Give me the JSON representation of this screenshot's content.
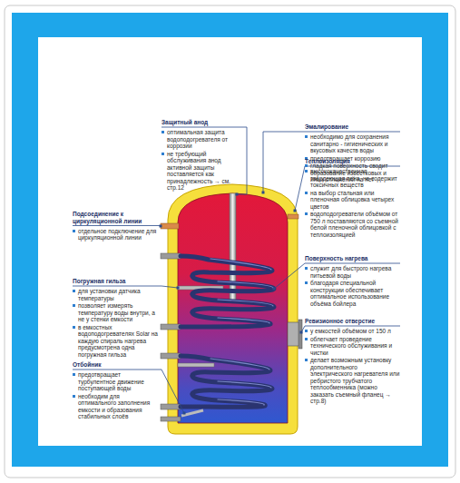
{
  "diagram": {
    "labels": [
      "Защитный анод",
      "оптимальная защита водоподогревателя от коррозии",
      "не требующий обслуживания анод активной защиты поставляется как принадлежность → см. стр.12",
      "Подсоединение к циркуляционной линии",
      "отдельное подключение для циркуляционной линии",
      "Погружная гильза",
      "для установки датчика температуры",
      "позволяет измерять температуру воды внутри, а не у стенки емкости",
      "в емкостных водоподогревателях Solar на каждую спираль нагрева предусмотрена одна погружная гильза",
      "Отбойник",
      "предотвращает турбулентное движение поступающей воды",
      "необходим для оптимального заполнения емкости и образования стабильных слоёв",
      "Эмалирование",
      "необходимо для сохранения санитарно - гигиенических и вкусовых качеств воды",
      "предотвращает коррозию",
      "гладкая поверхность сводит образование известковых и иных отложений на нет",
      "Теплоизоляция",
      "высококачественная твердеющая пена, не содержит токсичных веществ",
      "на выбор стальная или пленочная облицовка четырех цветов",
      "водоподогреватели объёмом от 750 л поставляются со съемной белой пленочной облицовкой с теплоизоляцией",
      "Поверхность нагрева",
      "служит для быстрого нагрева питьевой воды",
      "благодаря специальной конструкции обеспечивает оптимальное использование объёма бойлера",
      "Ревизионное отверстие",
      "у емкостей объёмом от 150 л",
      "облегчает проведение технического обслуживания и чистки",
      "делает возможным установку дополнительного электрического нагревателя или ребристого трубчатого теплообменника (можно заказать съемный фланец → стр.8)"
    ]
  }
}
